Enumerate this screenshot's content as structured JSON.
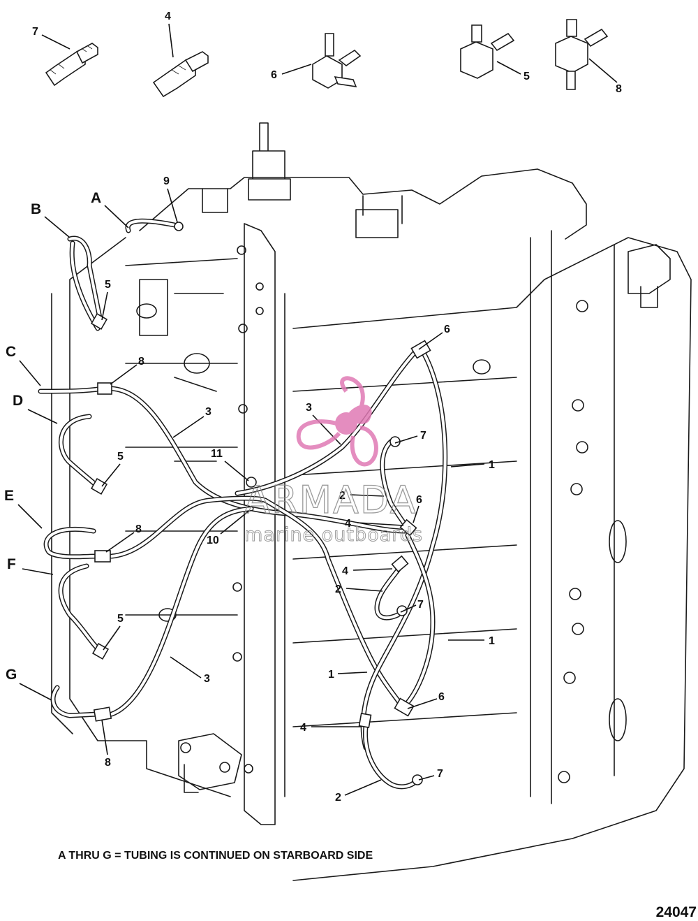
{
  "diagram": {
    "fittings": [
      {
        "ref": "7",
        "label": "7"
      },
      {
        "ref": "4",
        "label": "4"
      },
      {
        "ref": "6",
        "label": "6"
      },
      {
        "ref": "5",
        "label": "5"
      },
      {
        "ref": "8",
        "label": "8"
      }
    ],
    "tube_letters": [
      "A",
      "B",
      "C",
      "D",
      "E",
      "F",
      "G"
    ],
    "callouts": {
      "c9": "9",
      "c5a": "5",
      "c8a": "8",
      "c3a": "3",
      "c5b": "5",
      "c11": "11",
      "c10": "10",
      "c8b": "8",
      "c5c": "5",
      "c3b": "3",
      "c8c": "8",
      "c6a": "6",
      "c3c": "3",
      "c7a": "7",
      "c1a": "1",
      "c2a": "2",
      "c6b": "6",
      "c4a": "4",
      "c4b": "4",
      "c2b": "2",
      "c7b": "7",
      "c1b": "1",
      "c1c": "1",
      "c6c": "6",
      "c4c": "4",
      "c7c": "7",
      "c2c": "2"
    },
    "note": "A THRU G = TUBING IS CONTINUED ON STARBOARD SIDE",
    "figure_id": "24047"
  },
  "watermark": {
    "title": "ARMADA",
    "subtitle": "marine outboards",
    "color": "#e07ab4"
  }
}
